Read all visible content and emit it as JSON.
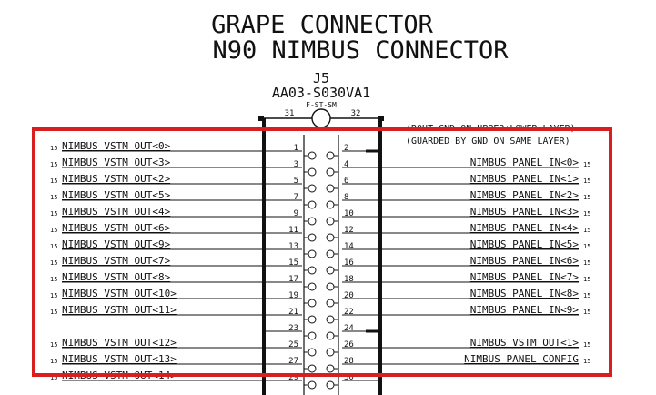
{
  "header": {
    "title_line1": "GRAPE CONNECTOR",
    "title_line2": "N90 NIMBUS CONNECTOR",
    "ref_designator": "J5",
    "part_number": "AA03-S030VA1",
    "part_suffix": "F-ST-SM"
  },
  "mech_pins": {
    "left": "31",
    "right": "32"
  },
  "notes": [
    "(ROUT GND ON UPPER+LOWER LAYER)",
    "(GUARDED BY GND ON SAME LAYER)"
  ],
  "page_ref": "15",
  "left_nets": [
    {
      "pin": "1",
      "net": "NIMBUS_VSTM_OUT<0>"
    },
    {
      "pin": "3",
      "net": "NIMBUS_VSTM_OUT<3>"
    },
    {
      "pin": "5",
      "net": "NIMBUS_VSTM_OUT<2>"
    },
    {
      "pin": "7",
      "net": "NIMBUS_VSTM_OUT<5>"
    },
    {
      "pin": "9",
      "net": "NIMBUS_VSTM_OUT<4>"
    },
    {
      "pin": "11",
      "net": "NIMBUS_VSTM_OUT<6>"
    },
    {
      "pin": "13",
      "net": "NIMBUS_VSTM_OUT<9>"
    },
    {
      "pin": "15",
      "net": "NIMBUS_VSTM_OUT<7>"
    },
    {
      "pin": "17",
      "net": "NIMBUS_VSTM_OUT<8>"
    },
    {
      "pin": "19",
      "net": "NIMBUS_VSTM_OUT<10>"
    },
    {
      "pin": "21",
      "net": "NIMBUS_VSTM_OUT<11>"
    },
    {
      "pin": "23",
      "net": ""
    },
    {
      "pin": "25",
      "net": "NIMBUS_VSTM_OUT<12>"
    },
    {
      "pin": "27",
      "net": "NIMBUS_VSTM_OUT<13>"
    },
    {
      "pin": "29",
      "net": "NIMBUS_VSTM_OUT<14>"
    }
  ],
  "right_nets": [
    {
      "pin": "2",
      "net": ""
    },
    {
      "pin": "4",
      "net": "NIMBUS_PANEL_IN<0>"
    },
    {
      "pin": "6",
      "net": "NIMBUS_PANEL_IN<1>"
    },
    {
      "pin": "8",
      "net": "NIMBUS_PANEL_IN<2>"
    },
    {
      "pin": "10",
      "net": "NIMBUS_PANEL_IN<3>"
    },
    {
      "pin": "12",
      "net": "NIMBUS_PANEL_IN<4>"
    },
    {
      "pin": "14",
      "net": "NIMBUS_PANEL_IN<5>"
    },
    {
      "pin": "16",
      "net": "NIMBUS_PANEL_IN<6>"
    },
    {
      "pin": "18",
      "net": "NIMBUS_PANEL_IN<7>"
    },
    {
      "pin": "20",
      "net": "NIMBUS_PANEL_IN<8>"
    },
    {
      "pin": "22",
      "net": "NIMBUS_PANEL_IN<9>"
    },
    {
      "pin": "24",
      "net": ""
    },
    {
      "pin": "26",
      "net": "NIMBUS_VSTM_OUT<1>"
    },
    {
      "pin": "28",
      "net": "NIMBUS_PANEL_CONFIG"
    },
    {
      "pin": "30",
      "net": ""
    }
  ],
  "colors": {
    "ink": "#111111",
    "highlight": "#d81e1e",
    "background": "#ffffff"
  }
}
